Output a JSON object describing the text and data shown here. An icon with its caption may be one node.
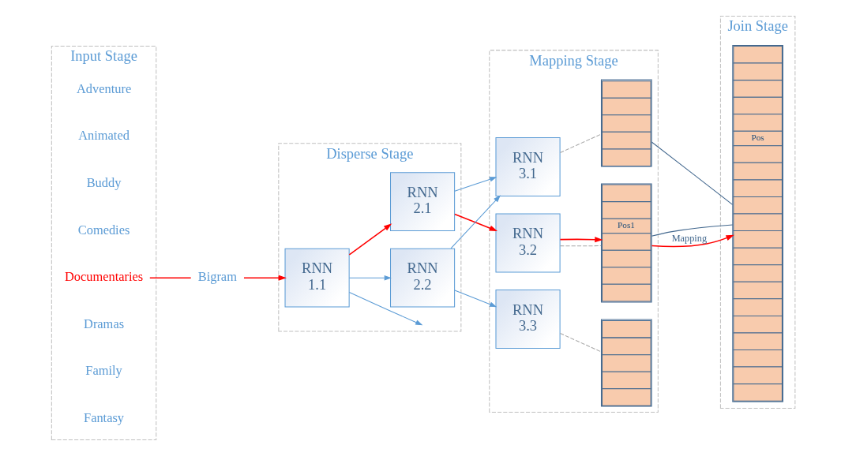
{
  "diagram": {
    "nodes": [
      {
        "text": [
          "Input Stage"
        ]
      },
      {
        "text": [
          "Adventure"
        ],
        "in": 0
      },
      {
        "text": [
          "Animated"
        ],
        "in": 0
      },
      {
        "text": [
          "Buddy"
        ],
        "in": 0
      },
      {
        "text": [
          "Comedies"
        ],
        "in": 0
      },
      {
        "text": [
          "Documentaries"
        ],
        "in": 0
      },
      {
        "text": [
          "Dramas"
        ],
        "in": 0
      },
      {
        "text": [
          "Family"
        ],
        "in": 0
      },
      {
        "text": [
          "Fantasy"
        ],
        "in": 0
      },
      {
        "text": [
          "Bigram"
        ]
      },
      {
        "text": [
          "Disperse Stage"
        ]
      },
      {
        "text": [
          "RNN 1.1"
        ],
        "in": 10
      },
      {
        "text": [
          "RNN 2.1"
        ],
        "in": 10
      },
      {
        "text": [
          "RNN 2.2"
        ],
        "in": 10
      },
      {
        "text": [
          "Mapping Stage"
        ]
      },
      {
        "text": [
          "RNN 3.1"
        ],
        "in": 14
      },
      {
        "text": [
          "RNN 3.2"
        ],
        "in": 14
      },
      {
        "text": [
          "RNN 3.3"
        ],
        "in": 14
      },
      {
        "text": [],
        "shape": "bar",
        "in": 14
      },
      {
        "text": [
          "Pos1"
        ],
        "in": 14
      },
      {
        "text": [],
        "shape": "bar",
        "in": 14
      },
      {
        "text": [
          "Join Stage"
        ]
      },
      {
        "text": [
          "Pos"
        ],
        "in": 21
      }
    ],
    "edges": [
      {
        "from": 5,
        "to": 9,
        "arrow": "none",
        "color": "#ff0000"
      },
      {
        "from": 9,
        "to": 11,
        "arrow": "to",
        "color": "#ff0000"
      },
      {
        "from": 11,
        "to": 12,
        "arrow": "to",
        "color": "#ff0000"
      },
      {
        "from": 11,
        "to": 13,
        "arrow": "to",
        "color": "#5b9bd5"
      },
      {
        "from": 11,
        "to": null,
        "arrow": "to",
        "color": "#5b9bd5"
      },
      {
        "from": 12,
        "to": 15,
        "arrow": "to",
        "color": "#5b9bd5"
      },
      {
        "from": 12,
        "to": 16,
        "arrow": "to",
        "color": "#ff0000"
      },
      {
        "from": 13,
        "to": 15,
        "arrow": "to",
        "color": "#5b9bd5"
      },
      {
        "from": 13,
        "to": 17,
        "arrow": "to",
        "color": "#5b9bd5"
      },
      {
        "from": 15,
        "to": 18,
        "arrow": "none",
        "style": "dashed",
        "color": "#a6a6a6"
      },
      {
        "from": 16,
        "to": 19,
        "arrow": "none",
        "style": "dashed",
        "color": "#a6a6a6"
      },
      {
        "from": 16,
        "to": 19,
        "arrow": "to",
        "color": "#ff0000"
      },
      {
        "from": 17,
        "to": 20,
        "arrow": "none",
        "style": "dashed",
        "color": "#a6a6a6"
      },
      {
        "from": 18,
        "to": 22,
        "arrow": "none",
        "color": "#44698f"
      },
      {
        "from": 19,
        "to": 22,
        "arrow": "none",
        "color": "#44698f"
      },
      {
        "from": 19,
        "to": 22,
        "arrow": "to",
        "label": "Mapping",
        "color": "#ff0000"
      }
    ]
  }
}
